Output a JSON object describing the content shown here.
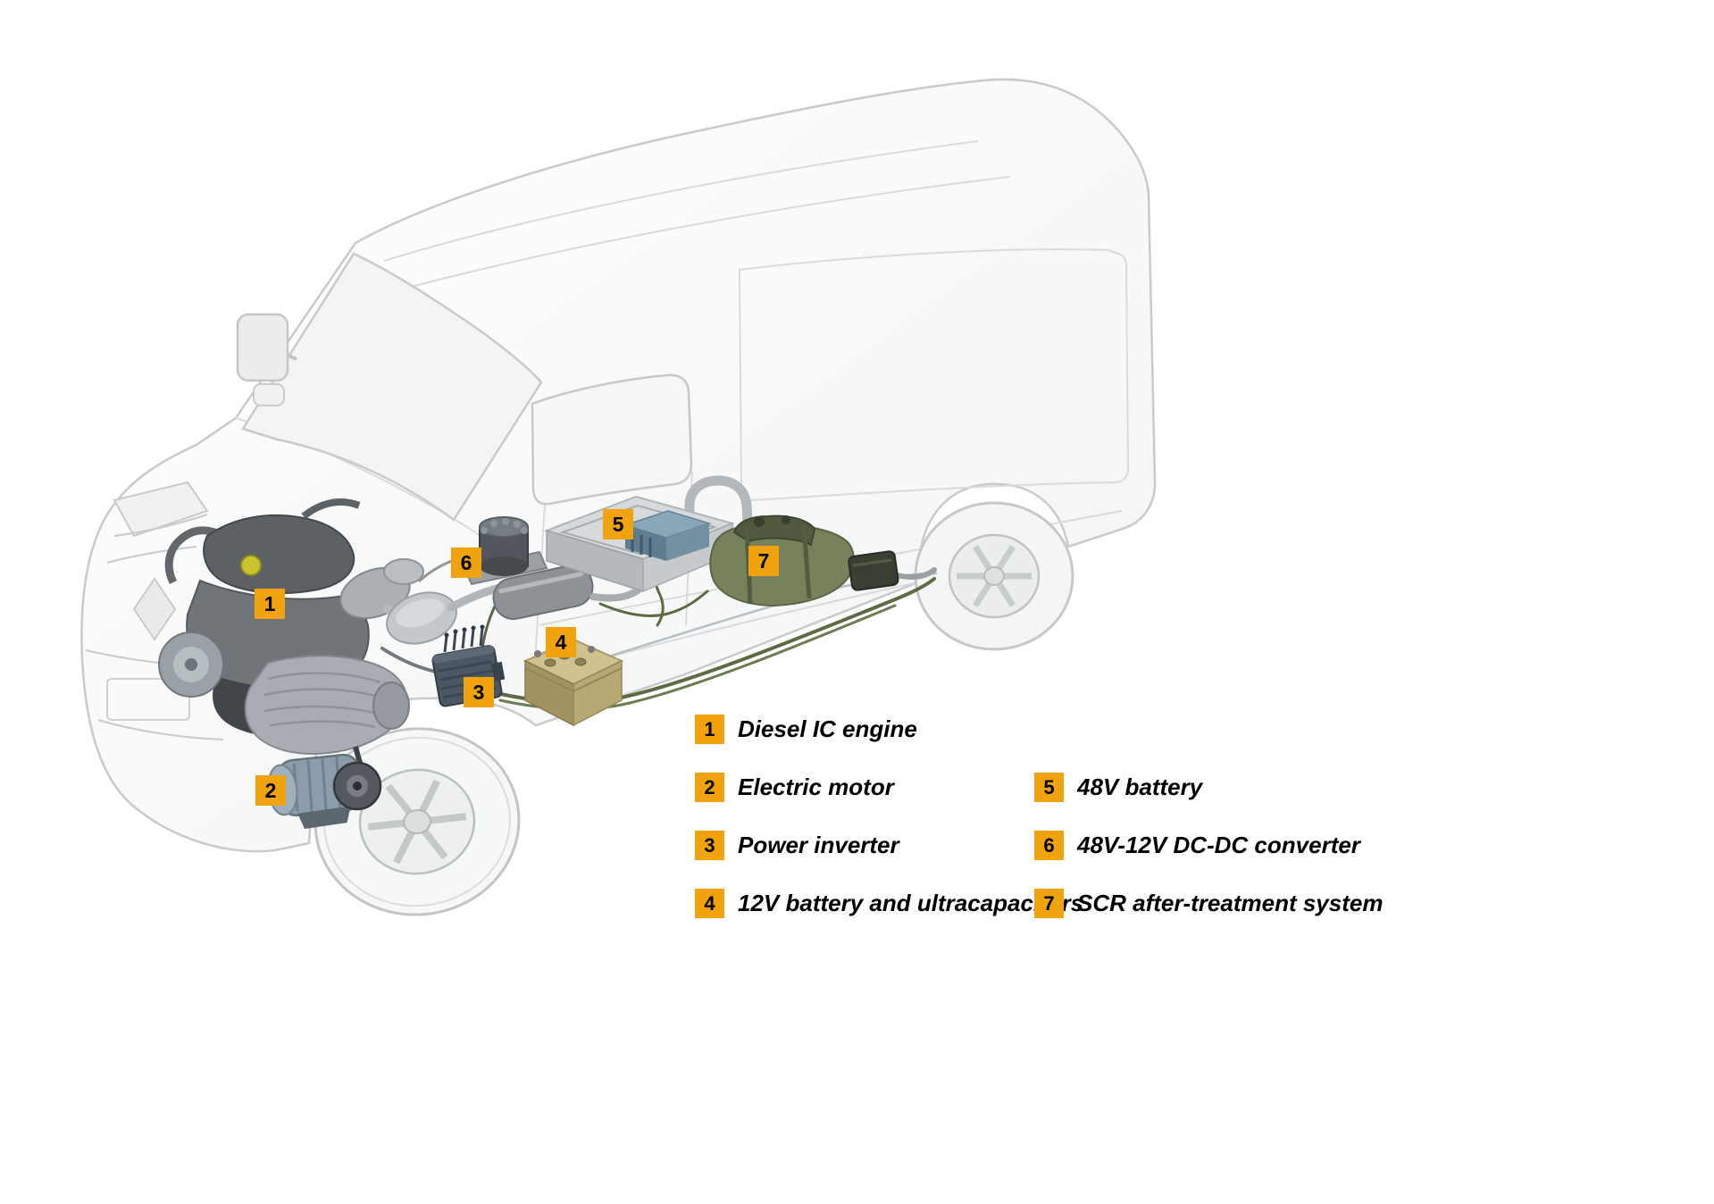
{
  "colors": {
    "badge": "#f1a30e",
    "badge_text": "#000000",
    "legend_text": "#000000",
    "van_line": "#c8cacb"
  },
  "markers": [
    {
      "number": "1"
    },
    {
      "number": "2"
    },
    {
      "number": "3"
    },
    {
      "number": "4"
    },
    {
      "number": "5"
    },
    {
      "number": "6"
    },
    {
      "number": "7"
    }
  ],
  "legend": {
    "col1": [
      {
        "number": "1",
        "label": "Diesel IC engine"
      },
      {
        "number": "2",
        "label": "Electric  motor"
      },
      {
        "number": "3",
        "label": "Power inverter"
      },
      {
        "number": "4",
        "label": "12V battery and ultracapacitors"
      }
    ],
    "col2": [
      {
        "number": "5",
        "label": "48V battery"
      },
      {
        "number": "6",
        "label": "48V-12V DC-DC converter"
      },
      {
        "number": "7",
        "label": "SCR after-treatment system"
      }
    ]
  }
}
